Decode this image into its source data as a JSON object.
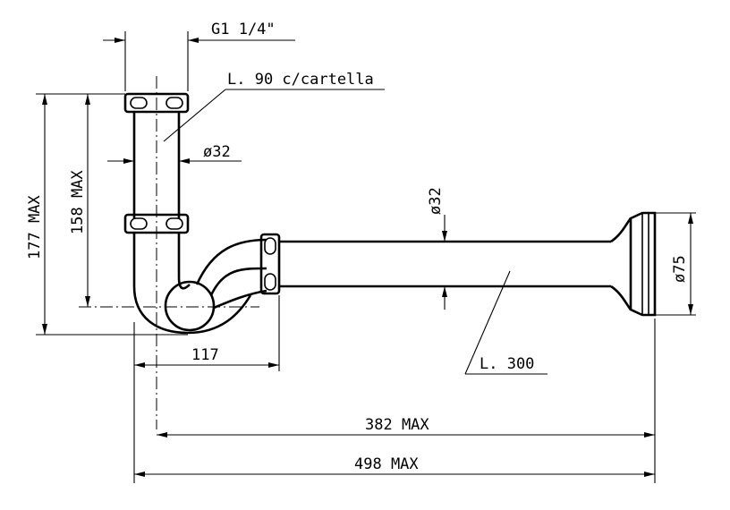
{
  "drawing": {
    "labels": {
      "thread": "G1 1/4\"",
      "tail_length": "L. 90 c/cartella",
      "tail_diameter": "ø32",
      "pipe_diameter": "ø32",
      "flange_diameter": "ø75",
      "pipe_length": "L. 300",
      "height_total": "177 MAX",
      "height_inner": "158 MAX",
      "offset": "117",
      "width_inner": "382 MAX",
      "width_total": "498 MAX"
    }
  }
}
